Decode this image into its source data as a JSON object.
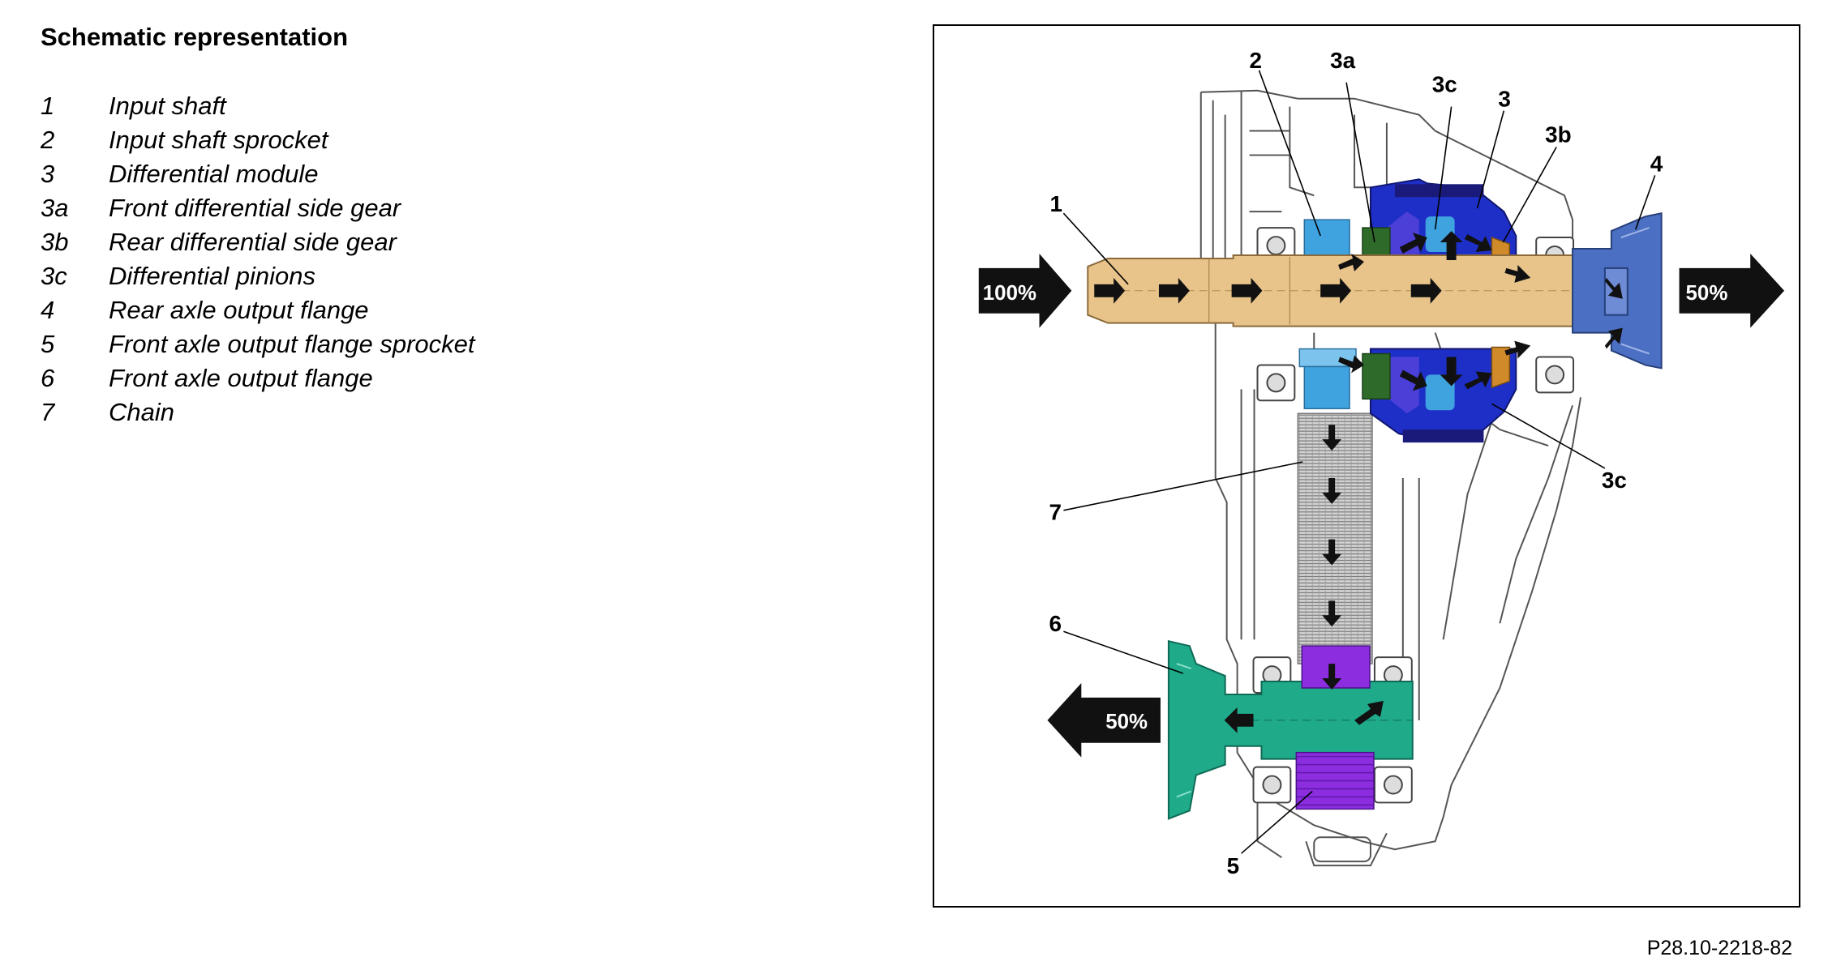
{
  "document": {
    "title": "Schematic representation",
    "legend": [
      {
        "num": "1",
        "label": "Input shaft"
      },
      {
        "num": "2",
        "label": "Input shaft sprocket"
      },
      {
        "num": "3",
        "label": "Differential module"
      },
      {
        "num": "3a",
        "label": "Front differential side gear"
      },
      {
        "num": "3b",
        "label": "Rear differential side gear"
      },
      {
        "num": "3c",
        "label": "Differential pinions"
      },
      {
        "num": "4",
        "label": "Rear axle output flange"
      },
      {
        "num": "5",
        "label": "Front axle output flange sprocket"
      },
      {
        "num": "6",
        "label": "Front axle output flange"
      },
      {
        "num": "7",
        "label": "Chain"
      }
    ],
    "reference_code": "P28.10-2218-82"
  },
  "diagram": {
    "callouts": {
      "c1": "1",
      "c2": "2",
      "c3": "3",
      "c3a": "3a",
      "c3b": "3b",
      "c3c_top": "3c",
      "c3c_bottom": "3c",
      "c4": "4",
      "c5": "5",
      "c6": "6",
      "c7": "7"
    },
    "torque": {
      "input": "100%",
      "rear_output": "50%",
      "front_output": "50%"
    },
    "colors": {
      "input_shaft": "#e8c48a",
      "sprocket": "#3fa3e0",
      "differential": "#1e2fc8",
      "side_gear_front": "#2e6b2a",
      "side_gear_rear": "#d08a2a",
      "rear_flange": "#4b6fc2",
      "front_flange": "#1faa8a",
      "front_sprocket": "#7a2ad0",
      "chain": "#b9b9b9"
    }
  }
}
